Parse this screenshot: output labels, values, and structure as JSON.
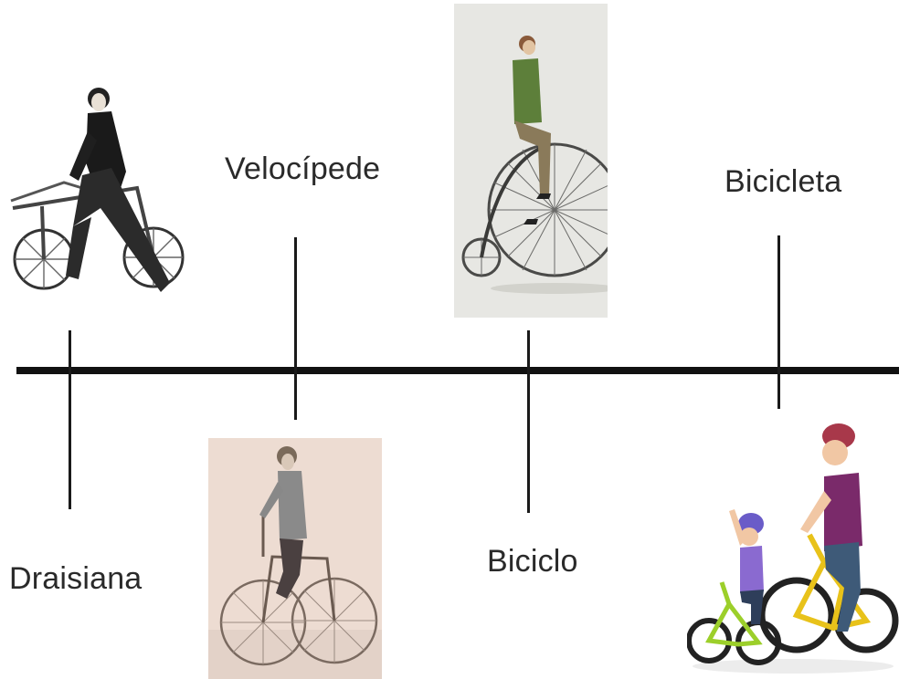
{
  "events": [
    {
      "id": "draisiana",
      "label": "Draisiana",
      "illustration": "draisiana-illustration"
    },
    {
      "id": "velocipede",
      "label": "Velocípede",
      "illustration": "velocipede-illustration"
    },
    {
      "id": "biciclo",
      "label": "Biciclo",
      "illustration": "penny-farthing-illustration"
    },
    {
      "id": "bicicleta",
      "label": "Bicicleta",
      "illustration": "modern-bicycle-illustration"
    }
  ],
  "colors": {
    "axis": "#111111",
    "label": "#2a2a2a",
    "rider_jacket_green": "#5a7a3a",
    "helmet_red": "#a8384a",
    "shirt_purple": "#7a2a6a",
    "bike_yellow": "#e8c21a",
    "bike_green": "#9ccf2a",
    "kid_helmet": "#6a5cc8"
  }
}
